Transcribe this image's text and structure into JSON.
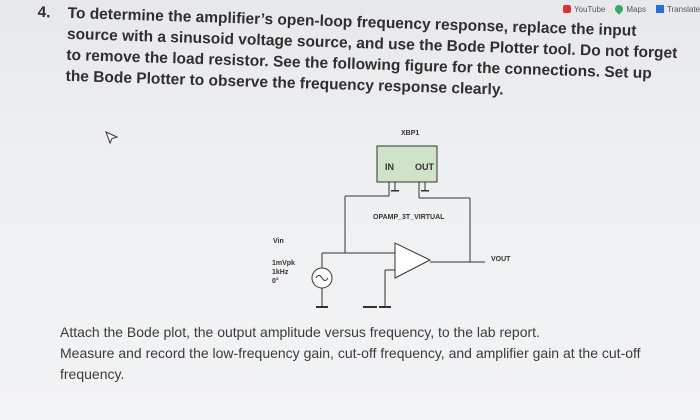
{
  "bookmarks": [
    {
      "label": "YouTube",
      "icon": "youtube-icon"
    },
    {
      "label": "Maps",
      "icon": "maps-icon"
    },
    {
      "label": "Translate",
      "icon": "translate-icon"
    }
  ],
  "problem": {
    "number": "4.",
    "text_before": "To determine the amplifier’s open-loop frequency response, replace the input source with a sinusoid voltage source, and use the ",
    "bold_term": "Bode Plotter tool",
    "text_after": ". Do not forget to remove the load resistor. See the following figure for the connections. Set up the Bode Plotter to observe the frequency response clearly."
  },
  "circuit": {
    "bode_label": "XBP1",
    "in_label": "IN",
    "out_label": "OUT",
    "opamp_label": "OPAMP_3T_VIRTUAL",
    "vin_label": "Vin",
    "vout_label": "VOUT",
    "source_amp": "1mVpk",
    "source_freq": "1kHz",
    "source_phase": "0°"
  },
  "attach": {
    "line1": "Attach the Bode plot, the output amplitude versus frequency, to the lab report.",
    "line2": "Measure and record the low-frequency gain, cut-off frequency, and amplifier gain at the cut-off frequency."
  }
}
